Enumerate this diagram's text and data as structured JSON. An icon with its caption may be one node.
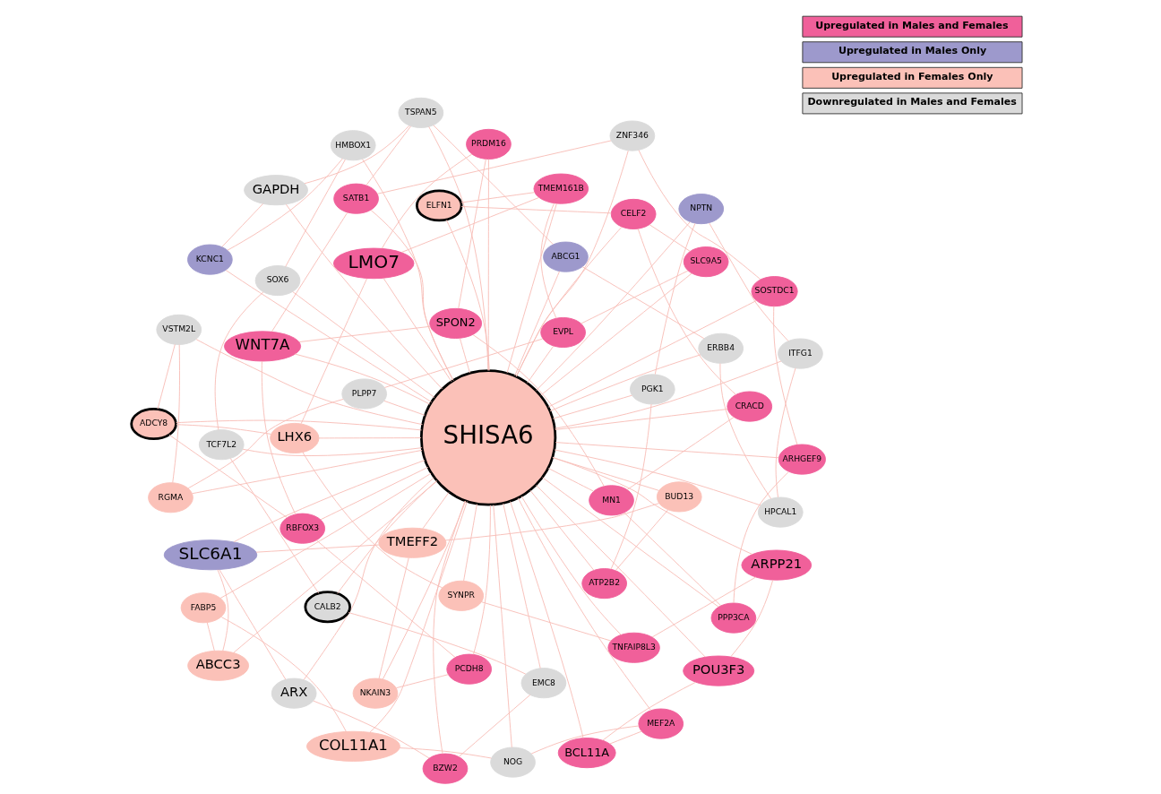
{
  "diagram": {
    "nodes": [
      {
        "text": [
          "RBFOX3"
        ]
      },
      {
        "text": [
          "PCDH8"
        ]
      },
      {
        "text": [
          "NKAIN3"
        ]
      },
      {
        "text": [
          "TMEFF2"
        ]
      },
      {
        "text": [
          "MEF2A"
        ]
      },
      {
        "text": [
          "ADCY8"
        ]
      },
      {
        "text": [
          "NOG"
        ]
      },
      {
        "text": [
          "BUD13"
        ]
      },
      {
        "text": [
          "BCL11A"
        ]
      },
      {
        "text": [
          "COL11A1"
        ]
      },
      {
        "text": [
          "ATP2B2"
        ]
      },
      {
        "text": [
          "FABP5"
        ]
      },
      {
        "text": [
          "POU3F3"
        ]
      },
      {
        "text": [
          "ARPP21"
        ]
      },
      {
        "text": [
          "PGK1"
        ]
      },
      {
        "text": [
          "ABCC3"
        ]
      },
      {
        "text": [
          "TNFAIP8L3"
        ]
      },
      {
        "text": [
          "VSTM2L"
        ]
      },
      {
        "text": [
          "SLC6A1"
        ]
      },
      {
        "text": [
          "SYNPR"
        ]
      },
      {
        "text": [
          "ARX"
        ]
      },
      {
        "text": [
          "RGMA"
        ]
      },
      {
        "text": [
          "NPTN"
        ]
      },
      {
        "text": [
          "SHISA6"
        ]
      },
      {
        "text": [
          "LHX6"
        ]
      },
      {
        "text": [
          "BZW2"
        ]
      },
      {
        "text": [
          "ITFG1"
        ]
      },
      {
        "text": [
          "PLPP7"
        ]
      },
      {
        "text": [
          "LMO7"
        ]
      },
      {
        "text": [
          "EMC8"
        ]
      },
      {
        "text": [
          "PRDM16"
        ]
      },
      {
        "text": [
          "EVPL"
        ]
      },
      {
        "text": [
          "CALB2"
        ]
      },
      {
        "text": [
          "TCF7L2"
        ]
      },
      {
        "text": [
          "SPON2"
        ]
      },
      {
        "text": [
          "SOX6"
        ]
      },
      {
        "text": [
          "TMEM161B"
        ]
      },
      {
        "text": [
          "HMBOX1"
        ]
      },
      {
        "text": [
          "KCNC1"
        ]
      },
      {
        "text": [
          "WNT7A"
        ]
      },
      {
        "text": [
          "ELFN1"
        ]
      },
      {
        "text": [
          "GAPDH"
        ]
      },
      {
        "text": [
          "CELF2"
        ]
      },
      {
        "text": [
          "SLC9A5"
        ]
      },
      {
        "text": [
          "CRACD"
        ]
      },
      {
        "text": [
          "MN1"
        ]
      },
      {
        "text": [
          "HPCAL1"
        ]
      },
      {
        "text": [
          "PPP3CA"
        ]
      },
      {
        "text": [
          "ARHGEF9"
        ]
      },
      {
        "text": [
          "ERBB4"
        ]
      },
      {
        "text": [
          "ABCG1"
        ]
      },
      {
        "text": [
          "SOSTDC1"
        ]
      },
      {
        "text": [
          "TSPAN5"
        ]
      },
      {
        "text": [
          "SATB1"
        ]
      },
      {
        "text": [
          "ZNF346"
        ]
      }
    ],
    "edges": [
      {
        "from": 23,
        "to": 0,
        "arrow": "none"
      },
      {
        "from": 23,
        "to": 1,
        "arrow": "none"
      },
      {
        "from": 23,
        "to": 2,
        "arrow": "none"
      },
      {
        "from": 23,
        "to": 3,
        "arrow": "none"
      },
      {
        "from": 23,
        "to": 4,
        "arrow": "none"
      },
      {
        "from": 23,
        "to": 5,
        "arrow": "none"
      },
      {
        "from": 23,
        "to": 6,
        "arrow": "none"
      },
      {
        "from": 23,
        "to": 7,
        "arrow": "none"
      },
      {
        "from": 23,
        "to": 8,
        "arrow": "none"
      },
      {
        "from": 23,
        "to": 9,
        "arrow": "none"
      },
      {
        "from": 23,
        "to": 10,
        "arrow": "none"
      },
      {
        "from": 23,
        "to": 11,
        "arrow": "none"
      },
      {
        "from": 23,
        "to": 12,
        "arrow": "none"
      },
      {
        "from": 23,
        "to": 13,
        "arrow": "none"
      },
      {
        "from": 23,
        "to": 14,
        "arrow": "none"
      },
      {
        "from": 23,
        "to": 15,
        "arrow": "none"
      },
      {
        "from": 23,
        "to": 16,
        "arrow": "none"
      },
      {
        "from": 23,
        "to": 17,
        "arrow": "none"
      },
      {
        "from": 23,
        "to": 18,
        "arrow": "none"
      },
      {
        "from": 23,
        "to": 19,
        "arrow": "none"
      },
      {
        "from": 23,
        "to": 20,
        "arrow": "none"
      },
      {
        "from": 23,
        "to": 21,
        "arrow": "none"
      },
      {
        "from": 23,
        "to": 22,
        "arrow": "none"
      },
      {
        "from": 23,
        "to": 24,
        "arrow": "none"
      },
      {
        "from": 23,
        "to": 25,
        "arrow": "none"
      },
      {
        "from": 23,
        "to": 26,
        "arrow": "none"
      },
      {
        "from": 23,
        "to": 27,
        "arrow": "none"
      },
      {
        "from": 23,
        "to": 28,
        "arrow": "none"
      },
      {
        "from": 23,
        "to": 29,
        "arrow": "none"
      },
      {
        "from": 23,
        "to": 30,
        "arrow": "none"
      },
      {
        "from": 23,
        "to": 31,
        "arrow": "none"
      },
      {
        "from": 23,
        "to": 32,
        "arrow": "none"
      },
      {
        "from": 23,
        "to": 33,
        "arrow": "none"
      },
      {
        "from": 23,
        "to": 34,
        "arrow": "none"
      },
      {
        "from": 23,
        "to": 35,
        "arrow": "none"
      },
      {
        "from": 23,
        "to": 36,
        "arrow": "none"
      },
      {
        "from": 23,
        "to": 37,
        "arrow": "none"
      },
      {
        "from": 23,
        "to": 38,
        "arrow": "none"
      },
      {
        "from": 23,
        "to": 39,
        "arrow": "none"
      },
      {
        "from": 23,
        "to": 40,
        "arrow": "none"
      },
      {
        "from": 23,
        "to": 41,
        "arrow": "none"
      },
      {
        "from": 23,
        "to": 42,
        "arrow": "none"
      },
      {
        "from": 23,
        "to": 43,
        "arrow": "none"
      },
      {
        "from": 23,
        "to": 44,
        "arrow": "none"
      },
      {
        "from": 23,
        "to": 45,
        "arrow": "none"
      },
      {
        "from": 23,
        "to": 46,
        "arrow": "none"
      },
      {
        "from": 23,
        "to": 47,
        "arrow": "none"
      },
      {
        "from": 23,
        "to": 48,
        "arrow": "none"
      },
      {
        "from": 23,
        "to": 49,
        "arrow": "none"
      },
      {
        "from": 23,
        "to": 50,
        "arrow": "none"
      },
      {
        "from": 23,
        "to": 51,
        "arrow": "none"
      },
      {
        "from": 23,
        "to": 52,
        "arrow": "none"
      },
      {
        "from": 23,
        "to": 53,
        "arrow": "none"
      },
      {
        "from": 23,
        "to": 54,
        "arrow": "none"
      },
      {
        "from": 0,
        "to": 1,
        "arrow": "none"
      },
      {
        "from": 1,
        "to": 2,
        "arrow": "none"
      },
      {
        "from": 2,
        "to": 3,
        "arrow": "none"
      },
      {
        "from": 3,
        "to": 7,
        "arrow": "none"
      },
      {
        "from": 7,
        "to": 10,
        "arrow": "none"
      },
      {
        "from": 10,
        "to": 14,
        "arrow": "none"
      },
      {
        "from": 14,
        "to": 22,
        "arrow": "none"
      },
      {
        "from": 22,
        "to": 26,
        "arrow": "none"
      },
      {
        "from": 26,
        "to": 46,
        "arrow": "none"
      },
      {
        "from": 46,
        "to": 49,
        "arrow": "none"
      },
      {
        "from": 49,
        "to": 50,
        "arrow": "none"
      },
      {
        "from": 50,
        "to": 52,
        "arrow": "none"
      },
      {
        "from": 52,
        "to": 53,
        "arrow": "none"
      },
      {
        "from": 53,
        "to": 54,
        "arrow": "none"
      },
      {
        "from": 54,
        "to": 51,
        "arrow": "none"
      },
      {
        "from": 51,
        "to": 48,
        "arrow": "none"
      },
      {
        "from": 48,
        "to": 47,
        "arrow": "none"
      },
      {
        "from": 47,
        "to": 45,
        "arrow": "none"
      },
      {
        "from": 45,
        "to": 44,
        "arrow": "none"
      },
      {
        "from": 44,
        "to": 42,
        "arrow": "none"
      },
      {
        "from": 42,
        "to": 43,
        "arrow": "none"
      },
      {
        "from": 43,
        "to": 31,
        "arrow": "none"
      },
      {
        "from": 31,
        "to": 27,
        "arrow": "none"
      },
      {
        "from": 27,
        "to": 21,
        "arrow": "none"
      },
      {
        "from": 21,
        "to": 17,
        "arrow": "none"
      },
      {
        "from": 17,
        "to": 5,
        "arrow": "none"
      },
      {
        "from": 5,
        "to": 0,
        "arrow": "none"
      },
      {
        "from": 32,
        "to": 33,
        "arrow": "none"
      },
      {
        "from": 33,
        "to": 35,
        "arrow": "none"
      },
      {
        "from": 35,
        "to": 37,
        "arrow": "none"
      },
      {
        "from": 37,
        "to": 38,
        "arrow": "none"
      },
      {
        "from": 38,
        "to": 41,
        "arrow": "none"
      },
      {
        "from": 39,
        "to": 34,
        "arrow": "none"
      },
      {
        "from": 34,
        "to": 30,
        "arrow": "none"
      },
      {
        "from": 30,
        "to": 28,
        "arrow": "none"
      },
      {
        "from": 28,
        "to": 24,
        "arrow": "none"
      },
      {
        "from": 24,
        "to": 19,
        "arrow": "none"
      },
      {
        "from": 19,
        "to": 16,
        "arrow": "none"
      },
      {
        "from": 16,
        "to": 13,
        "arrow": "none"
      },
      {
        "from": 13,
        "to": 12,
        "arrow": "none"
      },
      {
        "from": 12,
        "to": 8,
        "arrow": "none"
      },
      {
        "from": 8,
        "to": 4,
        "arrow": "none"
      },
      {
        "from": 4,
        "to": 6,
        "arrow": "none"
      },
      {
        "from": 6,
        "to": 9,
        "arrow": "none"
      },
      {
        "from": 9,
        "to": 11,
        "arrow": "none"
      },
      {
        "from": 11,
        "to": 15,
        "arrow": "none"
      },
      {
        "from": 15,
        "to": 18,
        "arrow": "none"
      },
      {
        "from": 18,
        "to": 20,
        "arrow": "none"
      },
      {
        "from": 20,
        "to": 25,
        "arrow": "none"
      },
      {
        "from": 25,
        "to": 29,
        "arrow": "none"
      },
      {
        "from": 29,
        "to": 32,
        "arrow": "none"
      },
      {
        "from": 36,
        "to": 40,
        "arrow": "none"
      },
      {
        "from": 40,
        "to": 42,
        "arrow": "none"
      },
      {
        "from": 36,
        "to": 31,
        "arrow": "none"
      },
      {
        "from": 5,
        "to": 24,
        "arrow": "none"
      },
      {
        "from": 39,
        "to": 53,
        "arrow": "none"
      },
      {
        "from": 41,
        "to": 52,
        "arrow": "none"
      },
      {
        "from": 0,
        "to": 39,
        "arrow": "none"
      },
      {
        "from": 3,
        "to": 18,
        "arrow": "none"
      },
      {
        "from": 28,
        "to": 36,
        "arrow": "none"
      },
      {
        "from": 34,
        "to": 45,
        "arrow": "none"
      }
    ],
    "legend": [
      {
        "text": "Upregulated in Males and Females",
        "color": "#f0609a"
      },
      {
        "text": "Upregulated in Males Only",
        "color": "#9d99cc"
      },
      {
        "text": "Upregulated in Females Only",
        "color": "#fbc1b8"
      },
      {
        "text": "Downregulated in Males and Females",
        "color": "#dadada"
      }
    ]
  }
}
